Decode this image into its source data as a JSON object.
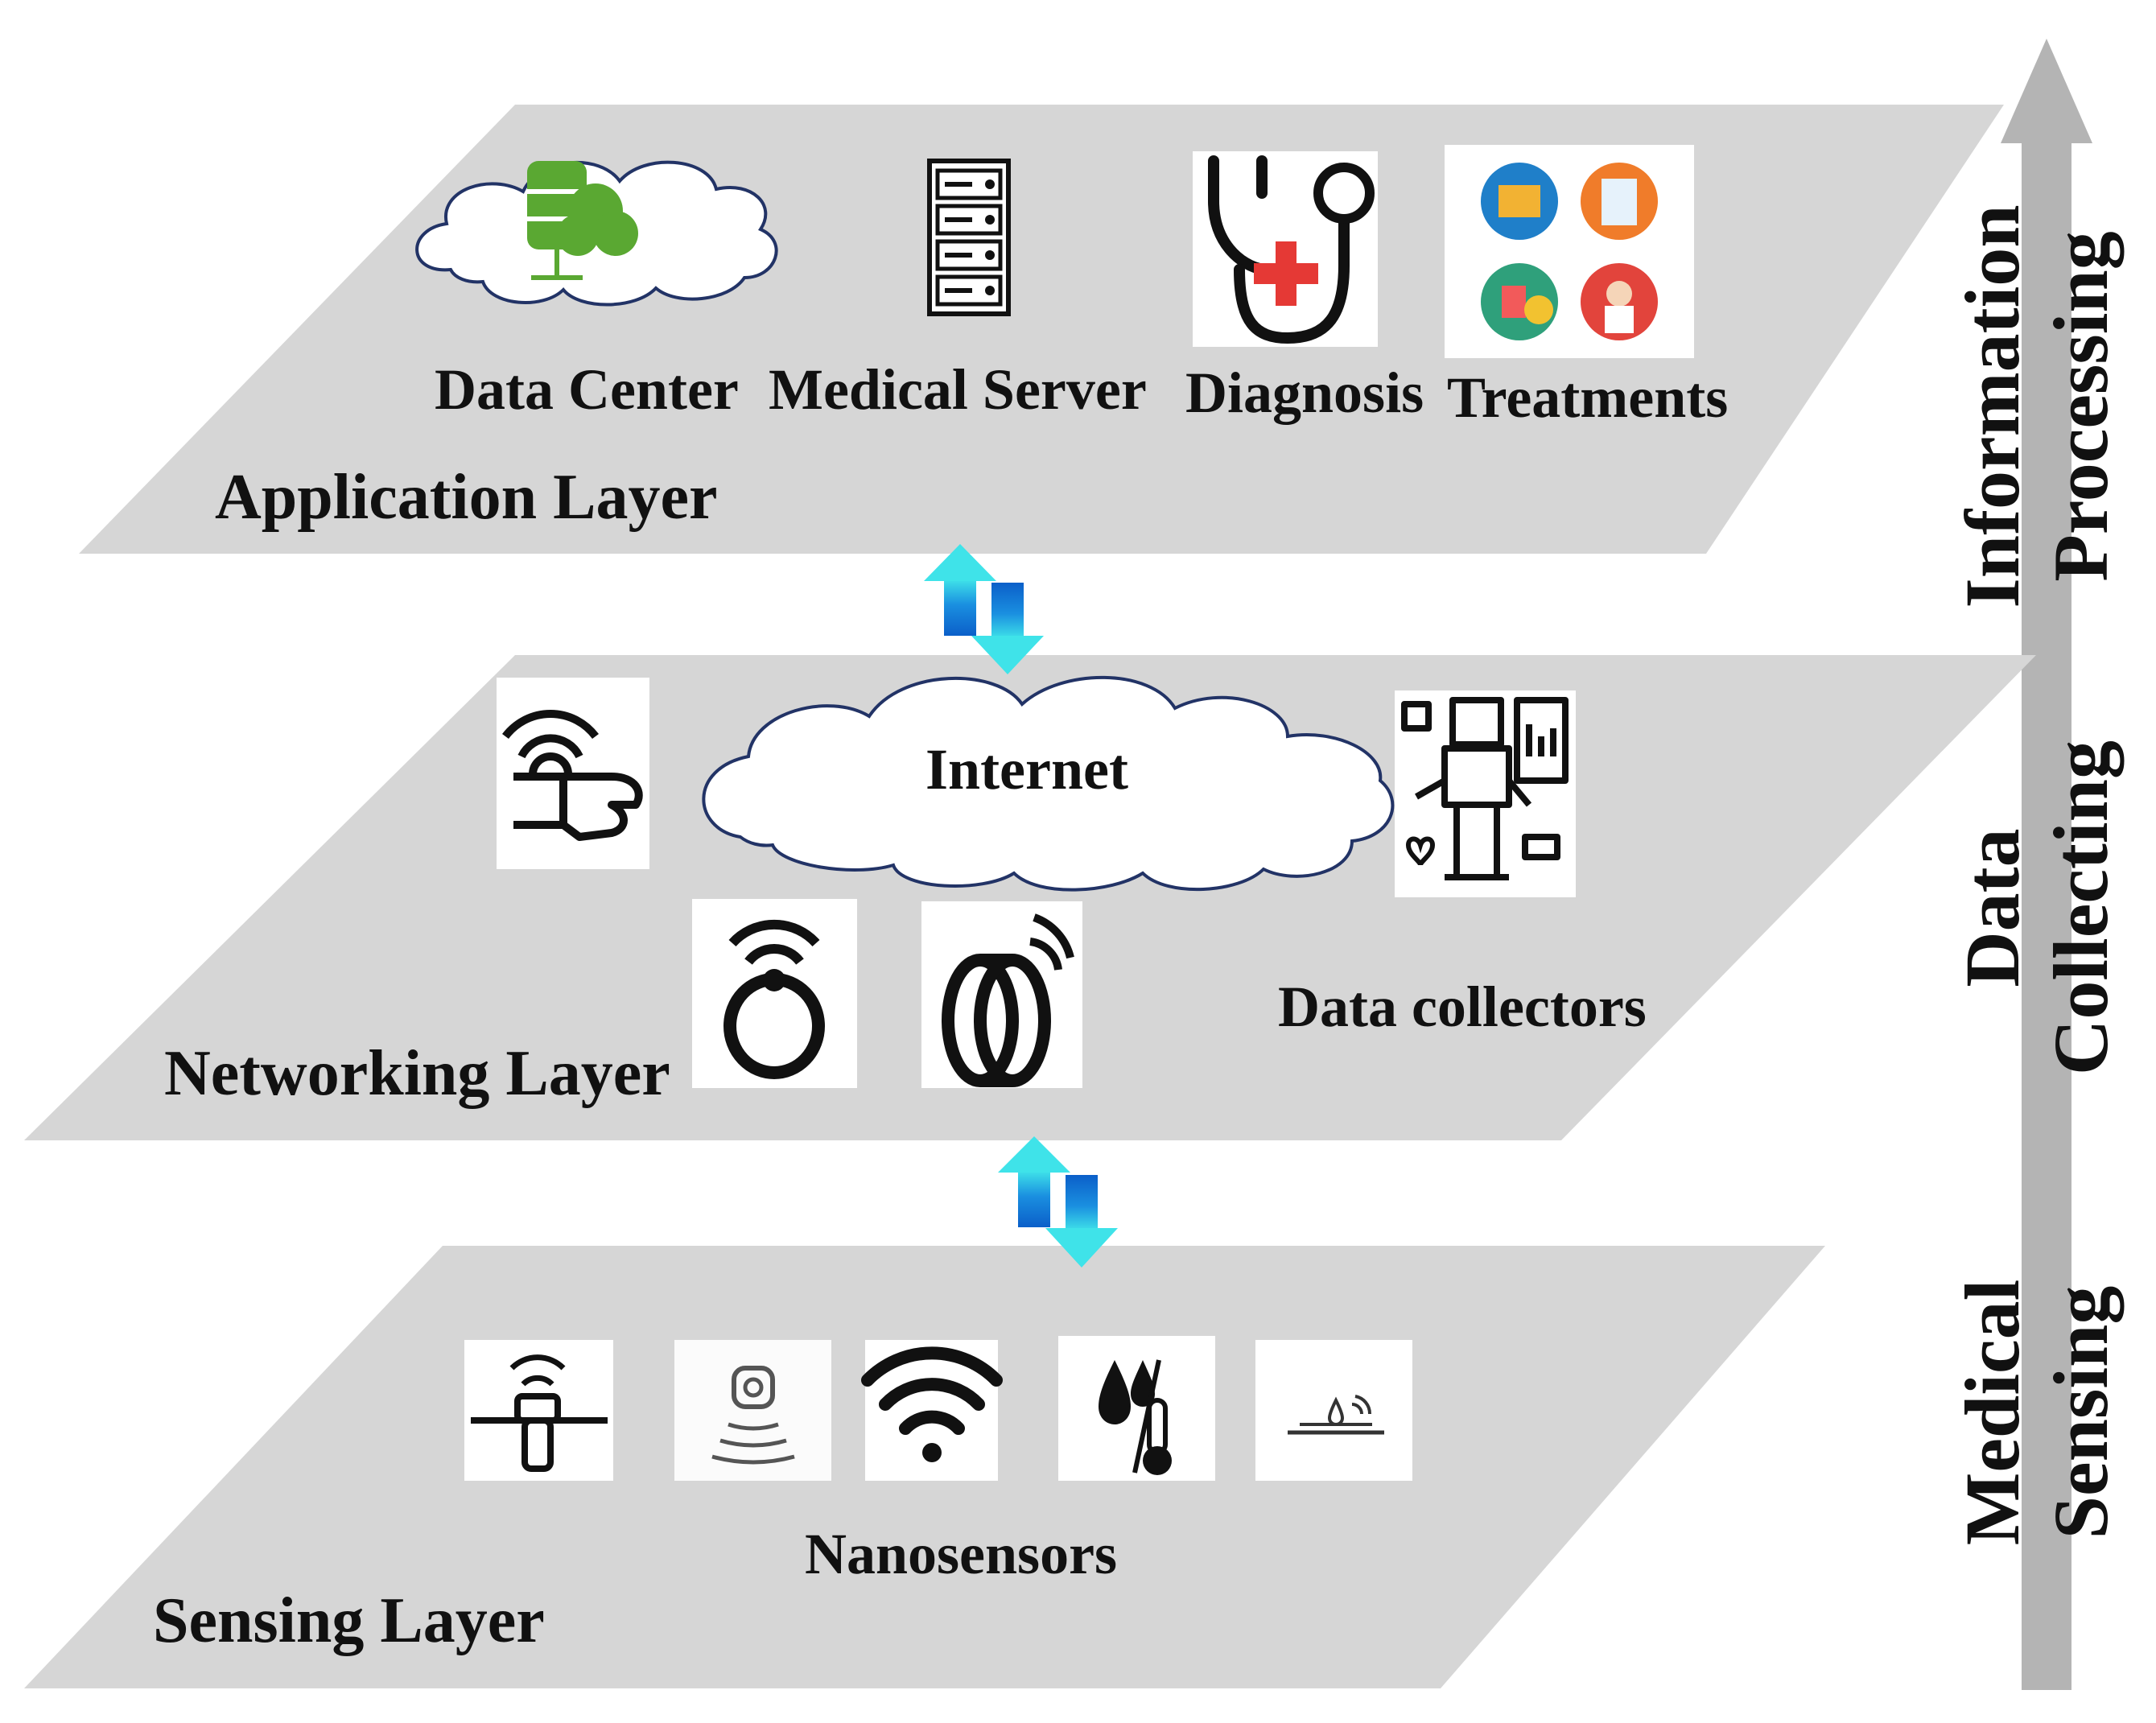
{
  "layers": {
    "application": {
      "title": "Application Layer",
      "items": [
        "Data Center",
        "Medical Server",
        "Diagnosis",
        "Treatments"
      ]
    },
    "networking": {
      "title": "Networking Layer",
      "cloud_label": "Internet",
      "collectors_label": "Data collectors"
    },
    "sensing": {
      "title": "Sensing Layer",
      "sensors_label": "Nanosensors"
    }
  },
  "side_axis": {
    "information": "Information",
    "processing": "Processing",
    "data": "Data",
    "collecting": "Collecting",
    "medical": "Medical",
    "sensing": "Sensing"
  },
  "icons": {
    "application": [
      "cloud-database-icon",
      "server-rack-icon",
      "stethoscope-icon",
      "treatments-collage-icon"
    ],
    "networking": [
      "wearable-wrist-icon",
      "wireless-ring-icon",
      "smart-band-icon",
      "medical-robot-icon",
      "internet-cloud-icon"
    ],
    "sensing": [
      "implant-sensor-icon",
      "vibration-sensor-icon",
      "wifi-icon",
      "humidity-temperature-icon",
      "surface-sensor-icon"
    ]
  },
  "colors": {
    "plane": "#d6d6d6",
    "axis_arrow": "#b4b4b4",
    "link_arrow_light": "#3fe3e9",
    "link_arrow_dark": "#0b5fc9",
    "cloud_stroke": "#223366",
    "cloud_fill": "#ffffff",
    "icon_green": "#5aa832",
    "icon_red": "#e53935"
  }
}
